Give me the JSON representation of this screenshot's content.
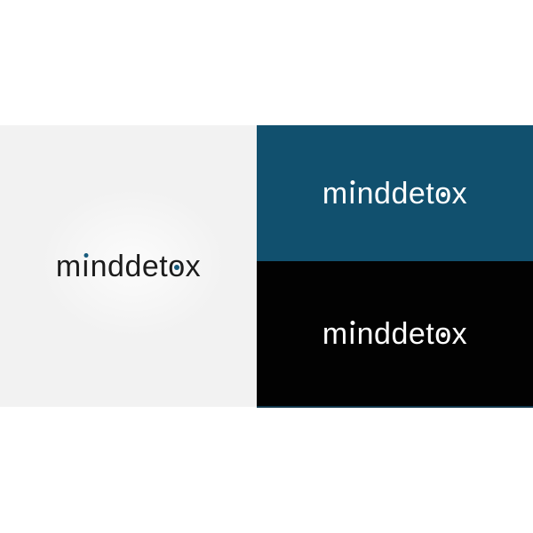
{
  "artboard": {
    "description": "Logo brand board with three background variants",
    "wordmark_text": "minddetox",
    "wordmark_parts": {
      "m": "m",
      "i_stem": "ı",
      "mid": "nddet",
      "o": "o",
      "x": "x"
    },
    "colors": {
      "page_background": "#ffffff",
      "light_panel_bg": "#f2f2f2",
      "teal_panel_bg": "#11506e",
      "black_panel_bg": "#020202",
      "black_panel_bottom_edge": "#10354a",
      "dark_wordmark_text": "#1c1c1c",
      "light_wordmark_text": "#ffffff",
      "accent_dot_teal": "#175b7d"
    },
    "panels": [
      {
        "id": "light",
        "background": "#f2f2f2",
        "wordmark_color": "dark",
        "wordmark": "minddetox"
      },
      {
        "id": "teal",
        "background": "#11506e",
        "wordmark_color": "light",
        "wordmark": "minddetox"
      },
      {
        "id": "black",
        "background": "#020202",
        "wordmark_color": "light",
        "wordmark": "minddetox"
      }
    ]
  }
}
